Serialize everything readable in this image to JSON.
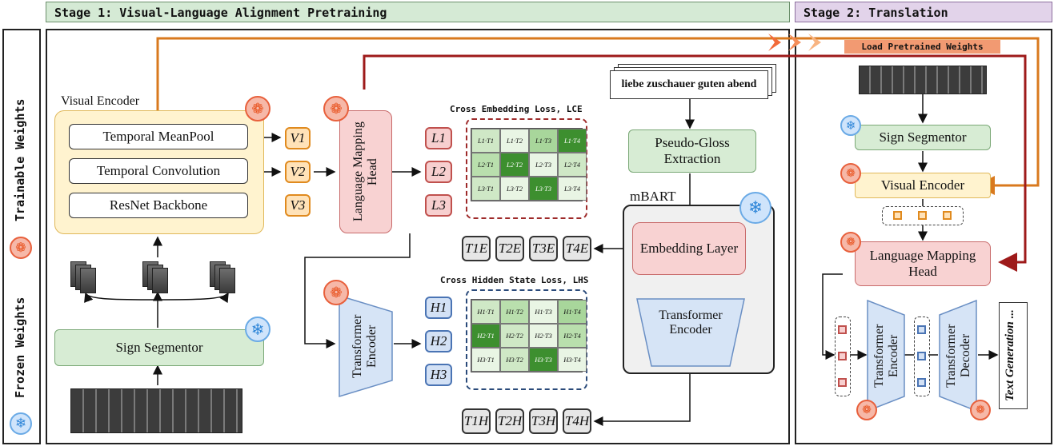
{
  "stage1_title": "Stage 1: Visual-Language Alignment Pretraining",
  "stage2_title": "Stage 2: Translation",
  "side": {
    "trainable": "Trainable Weights",
    "frozen": "Frozen Weights"
  },
  "visual_encoder": {
    "title": "Visual Encoder",
    "layers": [
      "Temporal MeanPool",
      "Temporal Convolution",
      "ResNet Backbone"
    ]
  },
  "sign_segmentor": "Sign Segmentor",
  "v_tokens": [
    "V1",
    "V2",
    "V3"
  ],
  "lmh": "Language Mapping Head",
  "l_tokens": [
    "L1",
    "L2",
    "L3"
  ],
  "h_tokens": [
    "H1",
    "H2",
    "H3"
  ],
  "te_tokens": [
    "T1E",
    "T2E",
    "T3E",
    "T4E"
  ],
  "th_tokens": [
    "T1H",
    "T2H",
    "T3H",
    "T4H"
  ],
  "transformer_encoder": "Transformer Encoder",
  "cross_embedding_loss": "Cross Embedding Loss, LCE",
  "cross_hidden_loss": "Cross Hidden State Loss, LHS",
  "ce_cells": [
    "L1·T1",
    "L1·T2",
    "L1·T3",
    "L1·T4",
    "L2·T1",
    "L2·T2",
    "L2·T3",
    "L2·T4",
    "L3·T1",
    "L3·T2",
    "L3·T3",
    "L3·T4"
  ],
  "hs_cells": [
    "H1·T1",
    "H1·T2",
    "H1·T3",
    "H1·T4",
    "H2·T1",
    "H2·T2",
    "H2·T3",
    "H2·T4",
    "H3·T1",
    "H3·T2",
    "H3·T3",
    "H3·T4"
  ],
  "text_input": "liebe zuschauer guten abend",
  "pseudo_gloss": "Pseudo-Gloss Extraction",
  "mbart": "mBART",
  "embedding_layer": "Embedding Layer",
  "load_weights": "Load Pretrained Weights",
  "s2": {
    "sign_segmentor": "Sign Segmentor",
    "visual_encoder": "Visual Encoder",
    "lmh": "Language Mapping Head",
    "encoder": "Transformer Encoder",
    "decoder": "Transformer Decoder",
    "text_gen": "Text Generation ..."
  },
  "colors": {
    "stage1": "#d5ead5",
    "stage2": "#e2d3ea",
    "accent_orange": "#d9791e",
    "accent_red": "#9e1a1a"
  }
}
